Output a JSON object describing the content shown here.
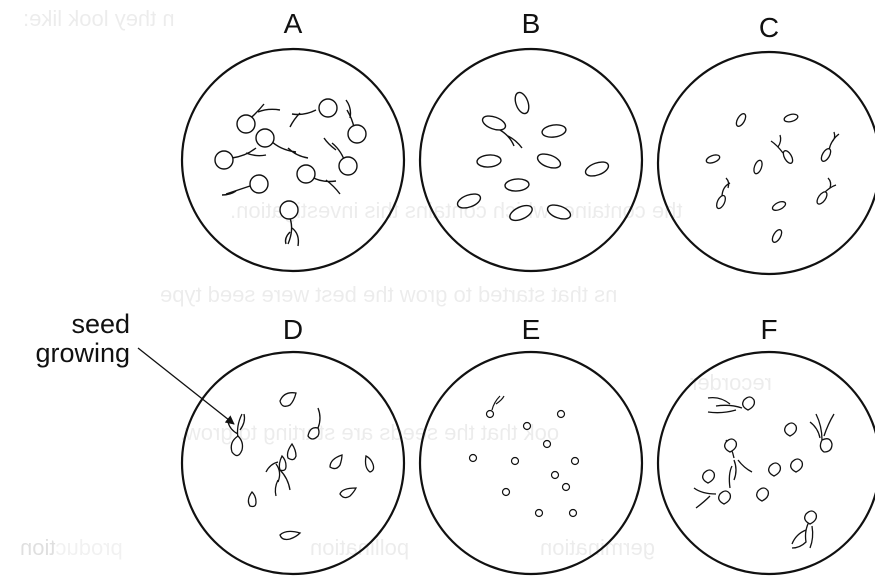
{
  "dishes": [
    {
      "id": "A",
      "label": "A"
    },
    {
      "id": "B",
      "label": "B"
    },
    {
      "id": "C",
      "label": "C"
    },
    {
      "id": "D",
      "label": "D"
    },
    {
      "id": "E",
      "label": "E"
    },
    {
      "id": "F",
      "label": "F"
    }
  ],
  "annotation": {
    "line1": "seed",
    "line2": "growing"
  },
  "show_through": [
    "n they look like:",
    "the container which contains this investigation.",
    "ns that started to grow the best were seed type",
    "recorder",
    "ook that the seeds are starting to grow.",
    "tion",
    "germination",
    "pollination",
    "production"
  ]
}
